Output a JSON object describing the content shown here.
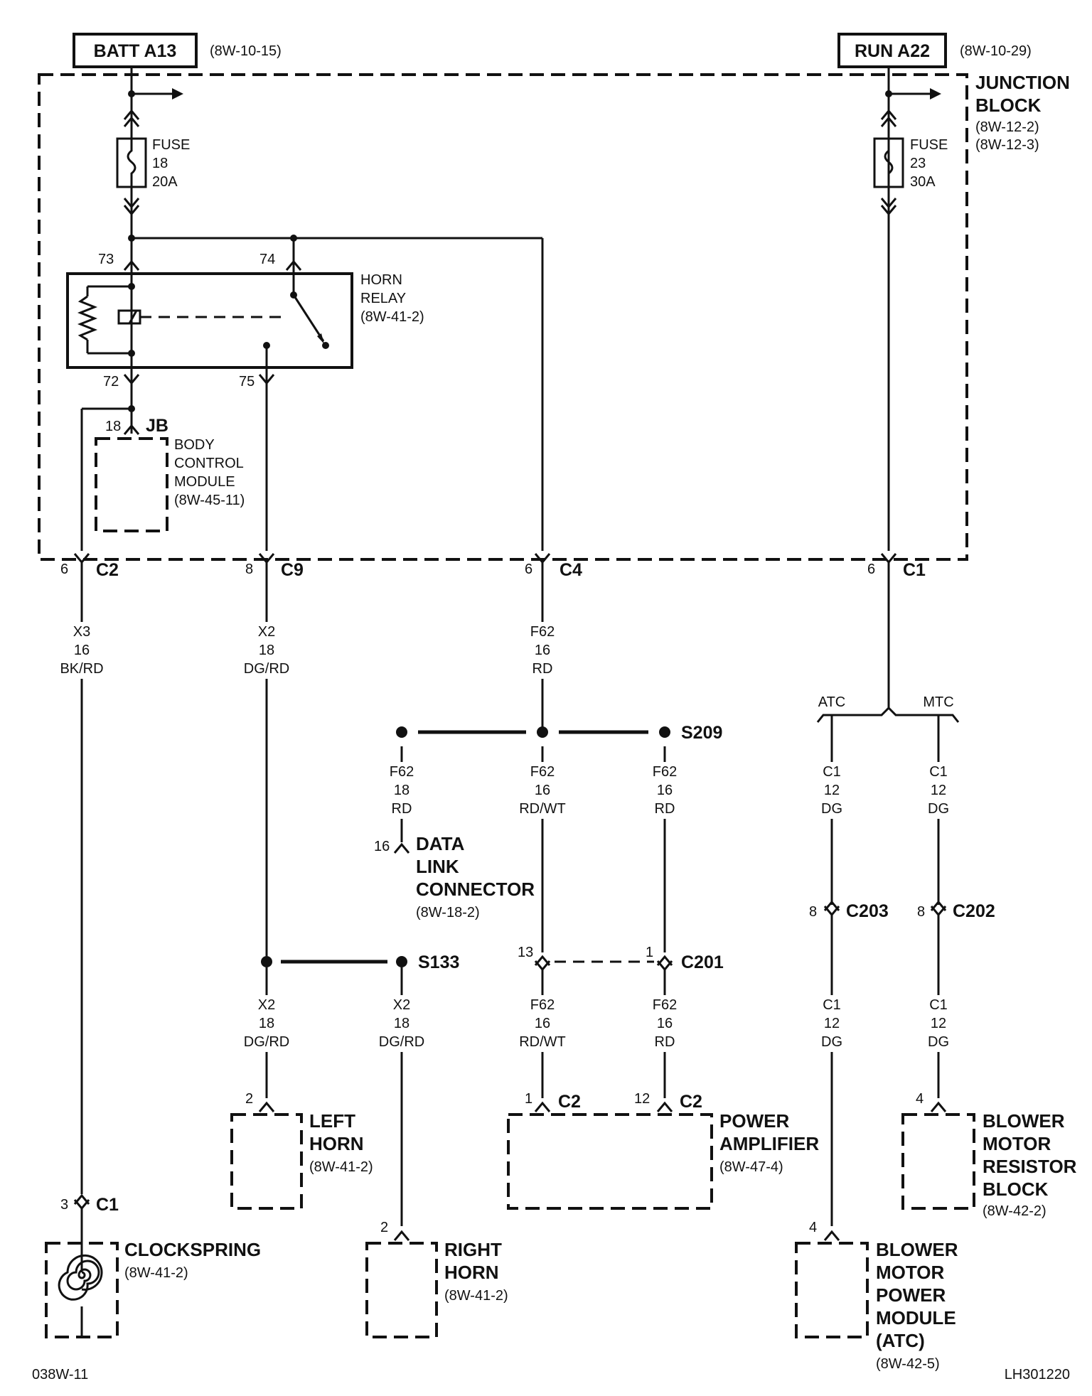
{
  "header": {
    "batt_label": "BATT A13",
    "batt_ref": "(8W-10-15)",
    "run_label": "RUN A22",
    "run_ref": "(8W-10-29)"
  },
  "junction_block": {
    "line1": "JUNCTION",
    "line2": "BLOCK",
    "ref1": "(8W-12-2)",
    "ref2": "(8W-12-3)"
  },
  "fuse18": {
    "l1": "FUSE",
    "l2": "18",
    "l3": "20A"
  },
  "fuse23": {
    "l1": "FUSE",
    "l2": "23",
    "l3": "30A"
  },
  "relay": {
    "l1": "HORN",
    "l2": "RELAY",
    "ref": "(8W-41-2)",
    "pin73": "73",
    "pin74": "74",
    "pin72": "72",
    "pin75": "75"
  },
  "bcm": {
    "pin": "18",
    "conn": "JB",
    "l1": "BODY",
    "l2": "CONTROL",
    "l3": "MODULE",
    "ref": "(8W-45-11)"
  },
  "connectors": {
    "c2": {
      "pin": "6",
      "name": "C2"
    },
    "c9": {
      "pin": "8",
      "name": "C9"
    },
    "c4": {
      "pin": "6",
      "name": "C4"
    },
    "c1": {
      "pin": "6",
      "name": "C1"
    }
  },
  "wires": {
    "x3": {
      "l1": "X3",
      "l2": "16",
      "l3": "BK/RD"
    },
    "x2_top": {
      "l1": "X2",
      "l2": "18",
      "l3": "DG/RD"
    },
    "f62_top": {
      "l1": "F62",
      "l2": "16",
      "l3": "RD"
    },
    "f62_dlc": {
      "l1": "F62",
      "l2": "18",
      "l3": "RD"
    },
    "f62_rdwt": {
      "l1": "F62",
      "l2": "16",
      "l3": "RD/WT"
    },
    "f62_rd": {
      "l1": "F62",
      "l2": "16",
      "l3": "RD"
    },
    "c1_atc": {
      "l1": "C1",
      "l2": "12",
      "l3": "DG"
    },
    "c1_mtc": {
      "l1": "C1",
      "l2": "12",
      "l3": "DG"
    },
    "x2_left": {
      "l1": "X2",
      "l2": "18",
      "l3": "DG/RD"
    },
    "x2_right": {
      "l1": "X2",
      "l2": "18",
      "l3": "DG/RD"
    },
    "f62_rdwt_low": {
      "l1": "F62",
      "l2": "16",
      "l3": "RD/WT"
    },
    "f62_rd_low": {
      "l1": "F62",
      "l2": "16",
      "l3": "RD"
    },
    "c1_atc_low": {
      "l1": "C1",
      "l2": "12",
      "l3": "DG"
    },
    "c1_mtc_low": {
      "l1": "C1",
      "l2": "12",
      "l3": "DG"
    }
  },
  "splices": {
    "s209": "S209",
    "s133": "S133"
  },
  "branches": {
    "atc": "ATC",
    "mtc": "MTC"
  },
  "dlc": {
    "pin": "16",
    "l1": "DATA",
    "l2": "LINK",
    "l3": "CONNECTOR",
    "ref": "(8W-18-2)"
  },
  "c201": {
    "pin_left": "13",
    "pin_right": "1",
    "name": "C201"
  },
  "c203": {
    "pin": "8",
    "name": "C203"
  },
  "c202": {
    "pin": "8",
    "name": "C202"
  },
  "left_horn": {
    "pin": "2",
    "l1": "LEFT",
    "l2": "HORN",
    "ref": "(8W-41-2)"
  },
  "right_horn": {
    "pin": "2",
    "l1": "RIGHT",
    "l2": "HORN",
    "ref": "(8W-41-2)"
  },
  "power_amp": {
    "pin1": "1",
    "conn1": "C2",
    "pin2": "12",
    "conn2": "C2",
    "l1": "POWER",
    "l2": "AMPLIFIER",
    "ref": "(8W-47-4)"
  },
  "resistor_block": {
    "pin": "4",
    "l1": "BLOWER",
    "l2": "MOTOR",
    "l3": "RESISTOR",
    "l4": "BLOCK",
    "ref": "(8W-42-2)"
  },
  "power_module": {
    "pin": "4",
    "l1": "BLOWER",
    "l2": "MOTOR",
    "l3": "POWER",
    "l4": "MODULE",
    "l5": "(ATC)",
    "ref": "(8W-42-5)"
  },
  "clockspring": {
    "pin": "3",
    "conn": "C1",
    "l1": "CLOCKSPRING",
    "ref": "(8W-41-2)"
  },
  "footer": {
    "left": "038W-11",
    "right": "LH301220"
  }
}
